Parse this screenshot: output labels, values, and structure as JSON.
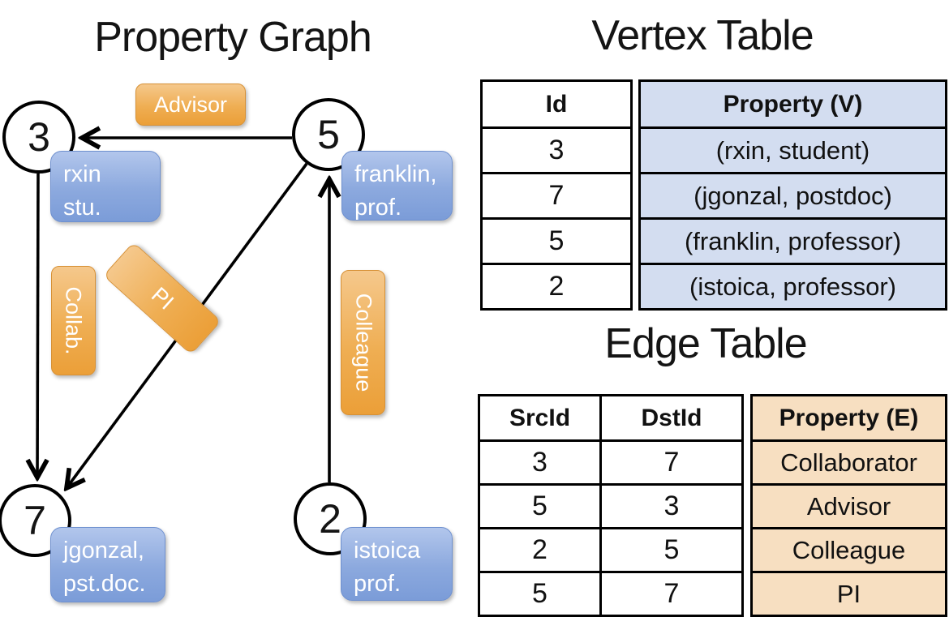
{
  "titles": {
    "graph": "Property Graph",
    "vertex_table": "Vertex Table",
    "edge_table": "Edge Table"
  },
  "graph": {
    "nodes": [
      {
        "id": "3",
        "property_lines": [
          "rxin",
          "stu."
        ]
      },
      {
        "id": "5",
        "property_lines": [
          "franklin,",
          "prof."
        ]
      },
      {
        "id": "7",
        "property_lines": [
          "jgonzal,",
          "pst.doc."
        ]
      },
      {
        "id": "2",
        "property_lines": [
          "istoica",
          "prof."
        ]
      }
    ],
    "edges": [
      {
        "label": "Advisor",
        "src": "5",
        "dst": "3"
      },
      {
        "label": "Collab.",
        "src": "3",
        "dst": "7"
      },
      {
        "label": "PI",
        "src": "5",
        "dst": "7"
      },
      {
        "label": "Colleague",
        "src": "2",
        "dst": "5"
      }
    ]
  },
  "vertex_table": {
    "headers": {
      "id": "Id",
      "property": "Property (V)"
    },
    "rows": [
      {
        "id": "3",
        "property": "(rxin, student)"
      },
      {
        "id": "7",
        "property": "(jgonzal, postdoc)"
      },
      {
        "id": "5",
        "property": "(franklin, professor)"
      },
      {
        "id": "2",
        "property": "(istoica, professor)"
      }
    ]
  },
  "edge_table": {
    "headers": {
      "src": "SrcId",
      "dst": "DstId",
      "property": "Property (E)"
    },
    "rows": [
      {
        "src": "3",
        "dst": "7",
        "property": "Collaborator"
      },
      {
        "src": "5",
        "dst": "3",
        "property": "Advisor"
      },
      {
        "src": "2",
        "dst": "5",
        "property": "Colleague"
      },
      {
        "src": "5",
        "dst": "7",
        "property": "PI"
      }
    ]
  },
  "colors": {
    "edge_label_fill_top": "#f5c88c",
    "edge_label_fill_bottom": "#eb9f38",
    "vertex_label_fill_top": "#b2c6ec",
    "vertex_label_fill_bottom": "#7b9cd8",
    "vertex_table_cell_fill": "#d3ddf0",
    "edge_table_cell_fill": "#f7dfc1",
    "line_color": "#000000",
    "background": "#ffffff"
  }
}
